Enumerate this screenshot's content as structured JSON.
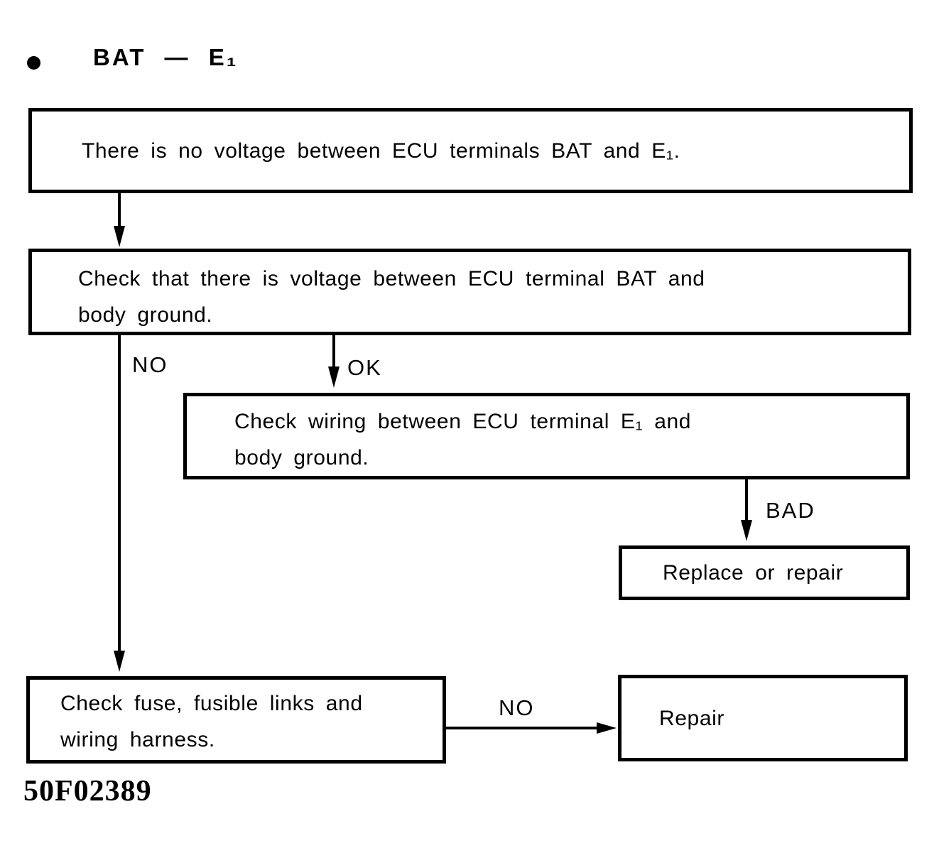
{
  "colors": {
    "ink": "#000000",
    "paper": "#ffffff"
  },
  "title": {
    "bullet": "●",
    "text": "BAT — E₁"
  },
  "flowchart": {
    "nodes": [
      {
        "id": "problem",
        "text": "There is no voltage between ECU terminals BAT and E₁."
      },
      {
        "id": "check-voltage-bat",
        "text": "Check that there is voltage between ECU terminal BAT and\nbody ground."
      },
      {
        "id": "check-wiring-e1",
        "text": "Check wiring between ECU terminal E₁ and\nbody ground."
      },
      {
        "id": "replace-or-repair",
        "text": "Replace or repair"
      },
      {
        "id": "check-fuse",
        "text": "Check fuse, fusible links and\nwiring harness."
      },
      {
        "id": "repair",
        "text": "Repair"
      }
    ],
    "edge_labels": {
      "no_left": "NO",
      "ok": "OK",
      "bad": "BAD",
      "no_right": "NO"
    }
  },
  "figure_code": "50F02389"
}
